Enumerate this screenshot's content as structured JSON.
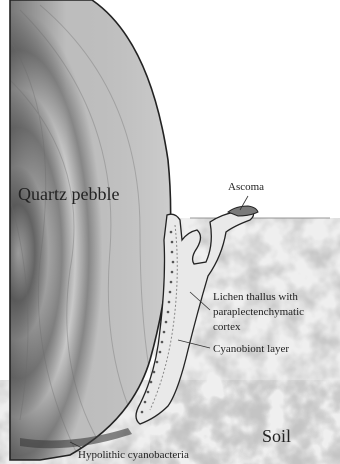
{
  "labels": {
    "pebble": "Quartz pebble",
    "ascoma": "Ascoma",
    "lichen_line1": "Lichen thallus with",
    "lichen_line2": "paraplectenchymatic",
    "lichen_line3": "cortex",
    "cyanobiont": "Cyanobiont layer",
    "soil": "Soil",
    "hypolithic": "Hypolithic cyanobacteria"
  },
  "colors": {
    "pebble_band_light": "#d4d4d4",
    "pebble_band_dark": "#5c5c5c",
    "soil_mottle": "#c9c9c9",
    "thallus_fill": "#e9e9e9",
    "outline": "#222222"
  }
}
